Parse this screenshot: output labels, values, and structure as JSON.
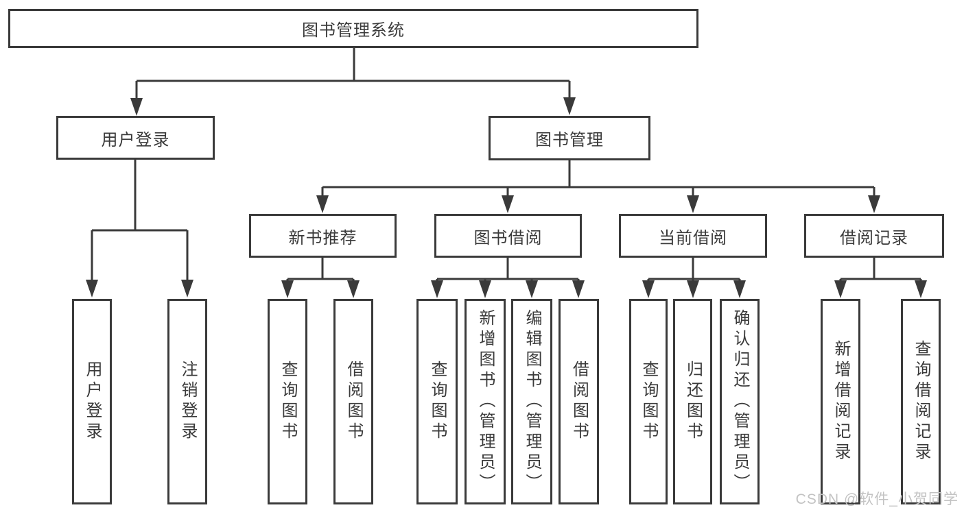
{
  "tree": {
    "label": "图书管理系统",
    "children": [
      {
        "label": "用户登录",
        "children": [
          {
            "label": "用户登录"
          },
          {
            "label": "注销登录"
          }
        ]
      },
      {
        "label": "图书管理",
        "children": [
          {
            "label": "新书推荐",
            "children": [
              {
                "label": "查询图书"
              },
              {
                "label": "借阅图书"
              }
            ]
          },
          {
            "label": "图书借阅",
            "children": [
              {
                "label": "查询图书"
              },
              {
                "label": "新增图书（管理员）"
              },
              {
                "label": "编辑图书（管理员）"
              },
              {
                "label": "借阅图书"
              }
            ]
          },
          {
            "label": "当前借阅",
            "children": [
              {
                "label": "查询图书"
              },
              {
                "label": "归还图书"
              },
              {
                "label": "确认归还（管理员）"
              }
            ]
          },
          {
            "label": "借阅记录",
            "children": [
              {
                "label": "新增借阅记录"
              },
              {
                "label": "查询借阅记录"
              }
            ]
          }
        ]
      }
    ]
  },
  "watermark": {
    "text": "CSDN @软件_小贺同学"
  },
  "colors": {
    "line": "#3a3a3a",
    "box_border": "#3a3a3a",
    "text": "#3a3a3a",
    "background": "#ffffff",
    "watermark_text": "#c3c3c3"
  }
}
